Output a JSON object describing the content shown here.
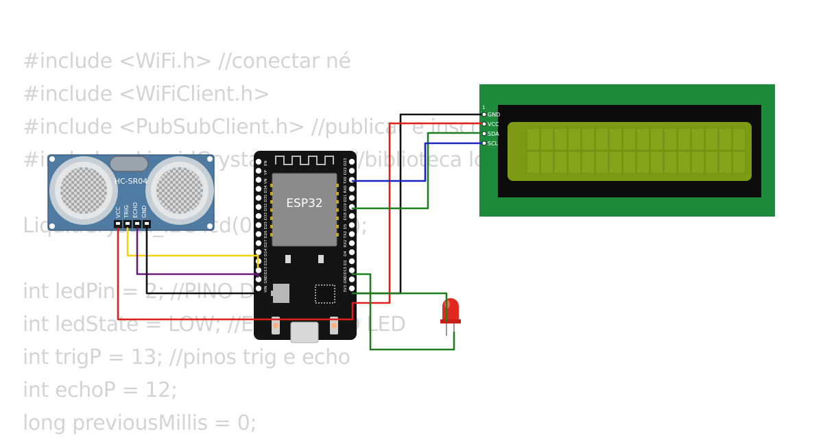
{
  "code_lines": [
    "#include <WiFi.h> //conectar né",
    "#include <WiFiClient.h>",
    "#include <PubSubClient.h> //publicar e inscr",
    "#include <LiquidCrystal_I2C.h> //biblioteca lcd",
    "",
    "LiquidCrystal_I2C lcd(0x27, 16, 2);",
    "",
    "int ledPin = 2; //PINO DO LED",
    "int ledState = LOW; //ESTADO DO LED",
    "int trigP = 13; //pinos trig e echo",
    "int echoP = 12;",
    "long previousMillis = 0;"
  ],
  "sensor": {
    "model": "HC-SR04",
    "pins": [
      "VCC",
      "TRIG",
      "ECHO",
      "GND"
    ]
  },
  "board": {
    "label": "ESP32",
    "left_pins": [
      "EN",
      "VP",
      "VN",
      "D34",
      "D35",
      "D32",
      "D33",
      "D25",
      "D26",
      "D27",
      "D14",
      "D12",
      "D13",
      "GND",
      "VIN"
    ],
    "right_pins": [
      "D23",
      "D22",
      "TX0",
      "RX0",
      "D21",
      "D19",
      "D18",
      "D5",
      "TX2",
      "RX2",
      "D4",
      "D2",
      "D15",
      "GND",
      "3V3"
    ]
  },
  "lcd": {
    "pin1_label": "1",
    "pins": [
      "GND",
      "VCC",
      "SDA",
      "SCL"
    ]
  },
  "colors": {
    "wire_red": "#e0201b",
    "wire_black": "#111111",
    "wire_blue": "#1a23c4",
    "wire_green": "#1e7d1e",
    "wire_yellow": "#f5d214",
    "wire_purple": "#6a1a7a",
    "sensor_board": "#4f7ba3",
    "lcd_pcb": "#1e8a3c",
    "lcd_screen": "#7c9a14",
    "esp_board": "#141414",
    "led": "#e02a20"
  }
}
